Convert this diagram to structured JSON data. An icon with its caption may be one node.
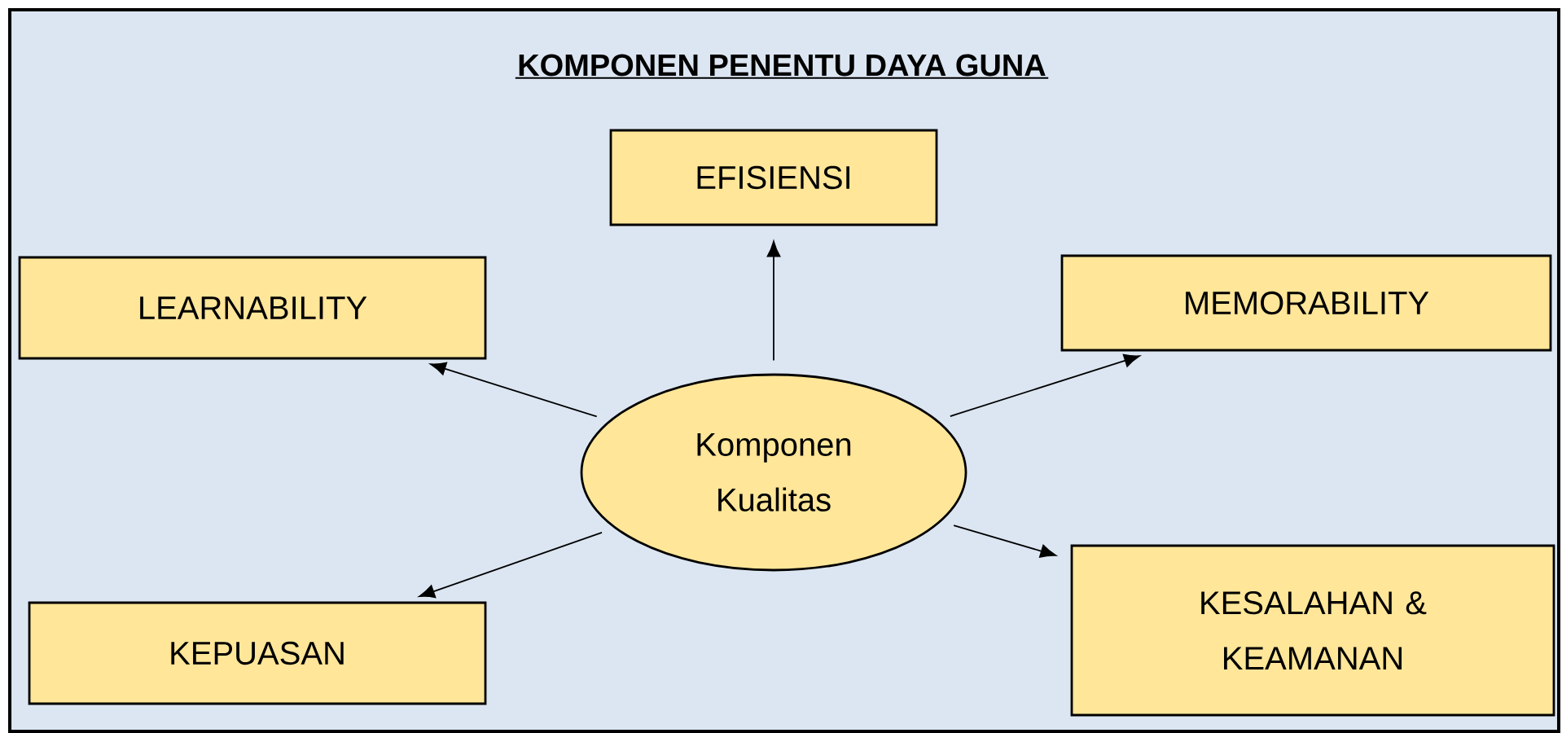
{
  "diagram": {
    "title": "KOMPONEN PENENTU DAYA GUNA",
    "nodes": [
      {
        "text": [
          "EFISIENSI"
        ]
      },
      {
        "text": [
          "LEARNABILITY"
        ]
      },
      {
        "text": [
          "MEMORABILITY"
        ]
      },
      {
        "text": [
          "Komponen Kualitas"
        ]
      },
      {
        "text": [
          "KEPUASAN"
        ]
      },
      {
        "text": [
          "KESALAHAN & KEAMANAN"
        ]
      }
    ],
    "edges": [
      {
        "from": 3,
        "to": 0,
        "arrow": "to"
      },
      {
        "from": 3,
        "to": 1,
        "arrow": "to"
      },
      {
        "from": 3,
        "to": 2,
        "arrow": "to"
      },
      {
        "from": 3,
        "to": 4,
        "arrow": "to"
      },
      {
        "from": 3,
        "to": 5,
        "arrow": "to"
      }
    ]
  }
}
